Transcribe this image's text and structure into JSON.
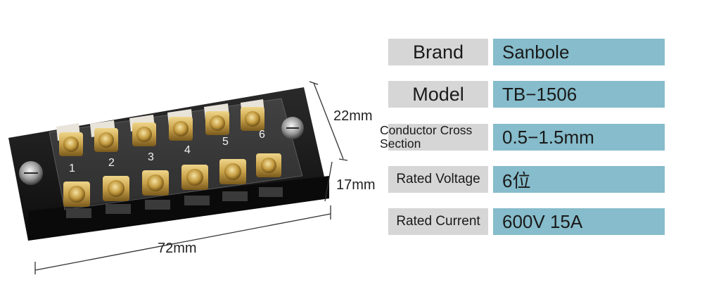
{
  "dimensions": {
    "height_top": "22mm",
    "height_bottom": "17mm",
    "width": "72mm"
  },
  "terminal_numbers": [
    "1",
    "2",
    "3",
    "4",
    "5",
    "6"
  ],
  "specs": [
    {
      "label": "Brand",
      "value": "Sanbole"
    },
    {
      "label": "Model",
      "value": "TB−1506"
    },
    {
      "label_line1": "Conductor Cross",
      "label_line2": "Section",
      "value": "0.5−1.5mm"
    },
    {
      "label": "Rated Voltage",
      "value": "6位"
    },
    {
      "label": "Rated Current",
      "value": "600V  15A"
    }
  ],
  "colors": {
    "label_bg": "#d6d6d6",
    "value_bg": "#86bccb",
    "block_body": "#141414",
    "brass": "#c9a24a"
  }
}
